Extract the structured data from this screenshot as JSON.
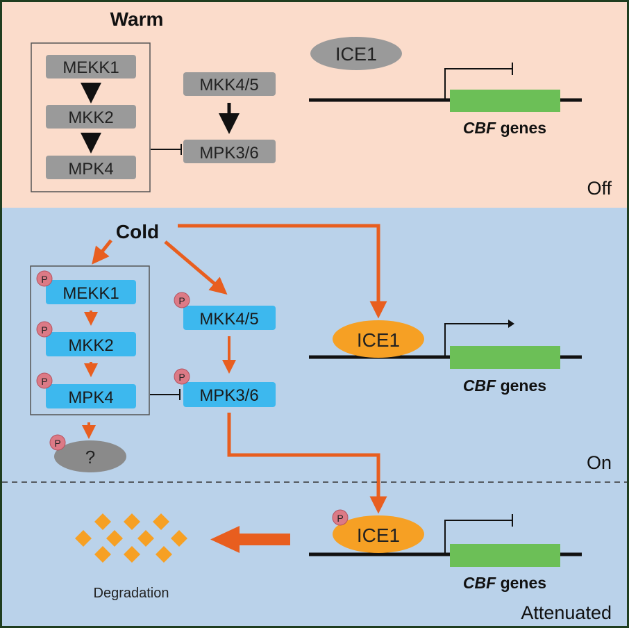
{
  "warm_panel": {
    "heading": "Warm",
    "cascade": [
      "MEKK1",
      "MKK2",
      "MPK4"
    ],
    "mkk": "MKK4/5",
    "mpk": "MPK3/6",
    "tf": "ICE1",
    "gene_prefix": "CBF",
    "gene_suffix": " genes",
    "state": "Off"
  },
  "cold_panel": {
    "heading": "Cold",
    "cascade": [
      "MEKK1",
      "MKK2",
      "MPK4"
    ],
    "mkk": "MKK4/5",
    "mpk": "MPK3/6",
    "unknown": "?",
    "phospho": "P",
    "tf": "ICE1",
    "gene_prefix": "CBF",
    "gene_suffix": " genes",
    "state": "On"
  },
  "attenuated_panel": {
    "phospho": "P",
    "tf": "ICE1",
    "gene_prefix": "CBF",
    "gene_suffix": " genes",
    "degradation": "Degradation",
    "state": "Attenuated"
  },
  "colors": {
    "warm_bg": "#fbdccb",
    "cold_bg": "#bad2ea",
    "kinase_warm": "#9a9a9a",
    "kinase_cold": "#3db8ee",
    "ice1_cold": "#f6a024",
    "gene": "#6cbf57",
    "arrow": "#e85e1f",
    "phospho": "#dc7a86"
  }
}
